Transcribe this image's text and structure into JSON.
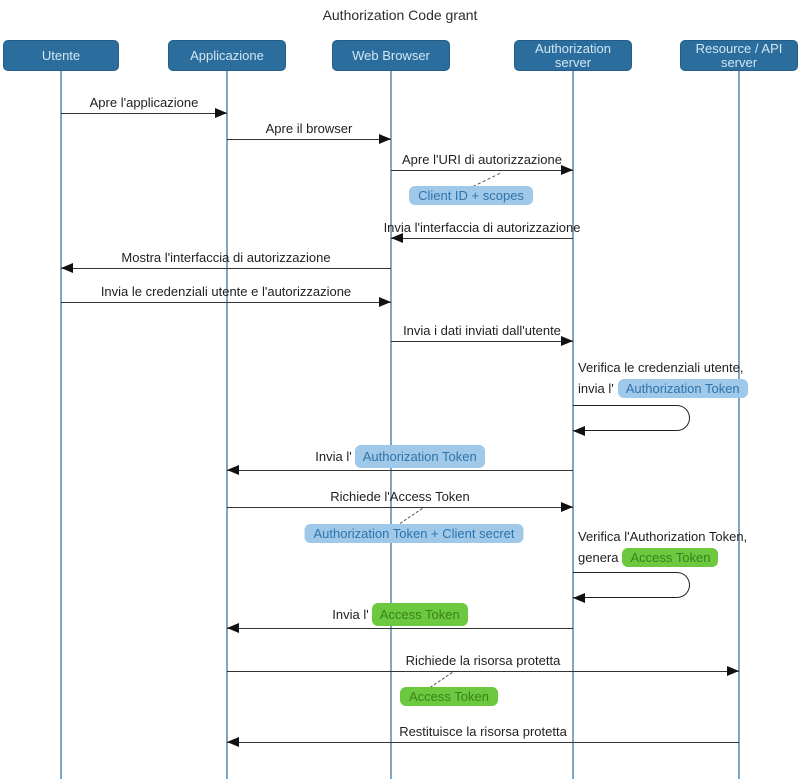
{
  "title": "Authorization Code grant",
  "actors": [
    {
      "label": "Utente"
    },
    {
      "label": "Applicazione"
    },
    {
      "label": "Web Browser"
    },
    {
      "label": "Authorization\nserver"
    },
    {
      "label": "Resource / API\nserver"
    }
  ],
  "messages": [
    {
      "from": "Utente",
      "to": "Applicazione",
      "label": "Apre l'applicazione"
    },
    {
      "from": "Applicazione",
      "to": "Web Browser",
      "label": "Apre il browser"
    },
    {
      "from": "Web Browser",
      "to": "Authorization server",
      "label": "Apre l'URI di autorizzazione"
    },
    {
      "from": "Authorization server",
      "to": "Web Browser",
      "label": "Invia l'interfaccia di autorizzazione"
    },
    {
      "from": "Web Browser",
      "to": "Utente",
      "label": "Mostra l'interfaccia di autorizzazione"
    },
    {
      "from": "Utente",
      "to": "Web Browser",
      "label": "Invia le credenziali utente e l'autorizzazione"
    },
    {
      "from": "Web Browser",
      "to": "Authorization server",
      "label": "Invia i dati inviati dall'utente"
    },
    {
      "from": "Authorization server",
      "to": "Applicazione",
      "label_prefix": "Invia l'",
      "badge": "Authorization Token"
    },
    {
      "from": "Applicazione",
      "to": "Authorization server",
      "label": "Richiede l'Access Token"
    },
    {
      "from": "Authorization server",
      "to": "Applicazione",
      "label_prefix": "Invia l'",
      "badge": "Access Token"
    },
    {
      "from": "Applicazione",
      "to": "Resource / API server",
      "label": "Richiede la risorsa protetta"
    },
    {
      "from": "Resource / API server",
      "to": "Applicazione",
      "label": "Restituisce la risorsa protetta"
    }
  ],
  "self_loops": [
    {
      "actor": "Authorization server",
      "line1": "Verifica le credenziali utente,",
      "line2_prefix": "invia l'",
      "badge": "Authorization Token"
    },
    {
      "actor": "Authorization server",
      "line1": "Verifica l'Authorization Token,",
      "line2_prefix": "genera",
      "badge": "Access Token"
    }
  ],
  "notes": [
    {
      "attached_to": "Apre l'URI di autorizzazione",
      "badge": "Client ID + scopes"
    },
    {
      "attached_to": "Richiede l'Access Token",
      "badge": "Authorization Token + Client secret"
    },
    {
      "attached_to": "Richiede la risorsa protetta",
      "badge": "Access Token"
    }
  ],
  "colors": {
    "actor_fill": "#2b6e9d",
    "actor_text": "#d3e6f4",
    "lifeline": "#7fa6c5",
    "badge_blue_bg": "#9fc8e9",
    "badge_blue_text": "#2f74ab",
    "badge_green_bg": "#6cc83e",
    "badge_green_text": "#38831a",
    "arrow_line": "#333333",
    "message_text": "#1f1f1f"
  }
}
